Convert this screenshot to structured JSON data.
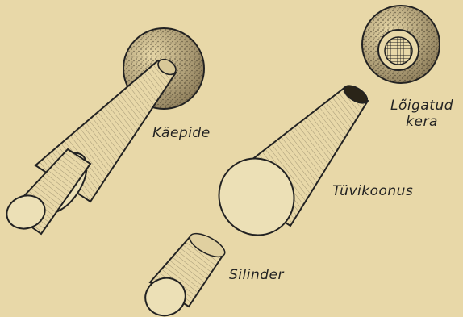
{
  "labels": {
    "kaepide": "Käepide",
    "tuvikoonus": "Tüvikoonus",
    "silinder": "Silinder",
    "loigatud_line1": "Lõigatud",
    "loigatud_line2": "kera"
  },
  "colors": {
    "paper": "#e8d8a8",
    "ink": "#222222",
    "shade": "#6a5e44"
  }
}
